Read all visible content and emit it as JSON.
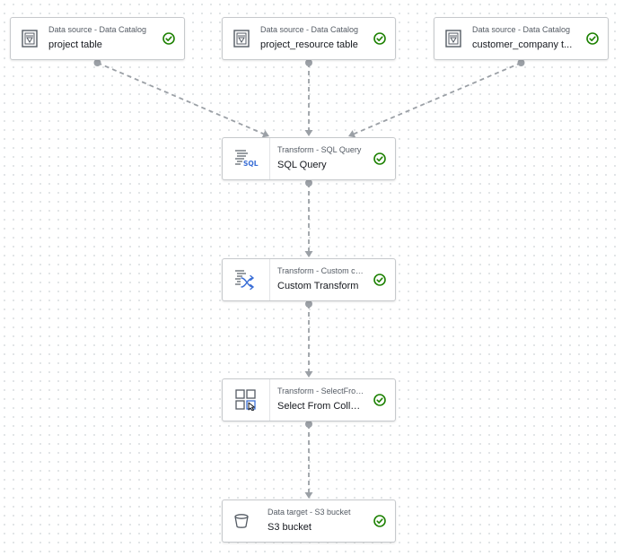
{
  "nodes": [
    {
      "id": "n1",
      "type": "Data source - Data Catalog",
      "name": "project table",
      "icon": "catalog-table-icon",
      "status": "succeeded"
    },
    {
      "id": "n2",
      "type": "Data source - Data Catalog",
      "name": "project_resource table",
      "icon": "catalog-table-icon",
      "status": "succeeded"
    },
    {
      "id": "n3",
      "type": "Data source - Data Catalog",
      "name": "customer_company t...",
      "icon": "catalog-table-icon",
      "status": "succeeded"
    },
    {
      "id": "n4",
      "type": "Transform - SQL Query",
      "name": "SQL Query",
      "icon": "sql-query-icon",
      "status": "succeeded"
    },
    {
      "id": "n5",
      "type": "Transform - Custom code",
      "name": "Custom Transform",
      "icon": "custom-code-icon",
      "status": "succeeded"
    },
    {
      "id": "n6",
      "type": "Transform - SelectFromC...",
      "name": "Select From Collection",
      "icon": "select-from-collection-icon",
      "status": "succeeded"
    },
    {
      "id": "n7",
      "type": "Data target - S3 bucket",
      "name": "S3 bucket",
      "icon": "s3-bucket-icon",
      "status": "succeeded"
    }
  ],
  "edges": [
    {
      "from": "n1",
      "to": "n4"
    },
    {
      "from": "n2",
      "to": "n4"
    },
    {
      "from": "n3",
      "to": "n4"
    },
    {
      "from": "n4",
      "to": "n5"
    },
    {
      "from": "n5",
      "to": "n6"
    },
    {
      "from": "n6",
      "to": "n7"
    }
  ],
  "colors": {
    "success": "#1d8102",
    "edge": "#9ba0a6",
    "icon": "#545b64",
    "icon_accent": "#3b6fd6"
  }
}
